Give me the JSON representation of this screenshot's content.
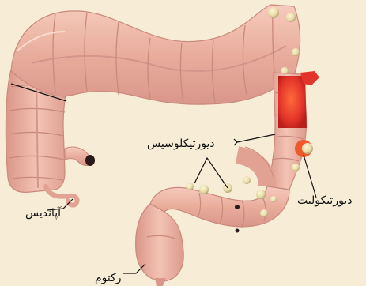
{
  "colors": {
    "background": "#f7ecd6",
    "colon_fill": "#ecb3a3",
    "colon_shadow": "#c98a7c",
    "inflamed": "#e2342a",
    "diverticulum": "#efe3b8",
    "leader_line": "#111111"
  },
  "labels": {
    "diverticulosis": "دیورتیکلوسیس",
    "diverticulitis": "دیورتیکولیت",
    "appendix": "آپاندیس",
    "rectum": "رکتوم"
  }
}
